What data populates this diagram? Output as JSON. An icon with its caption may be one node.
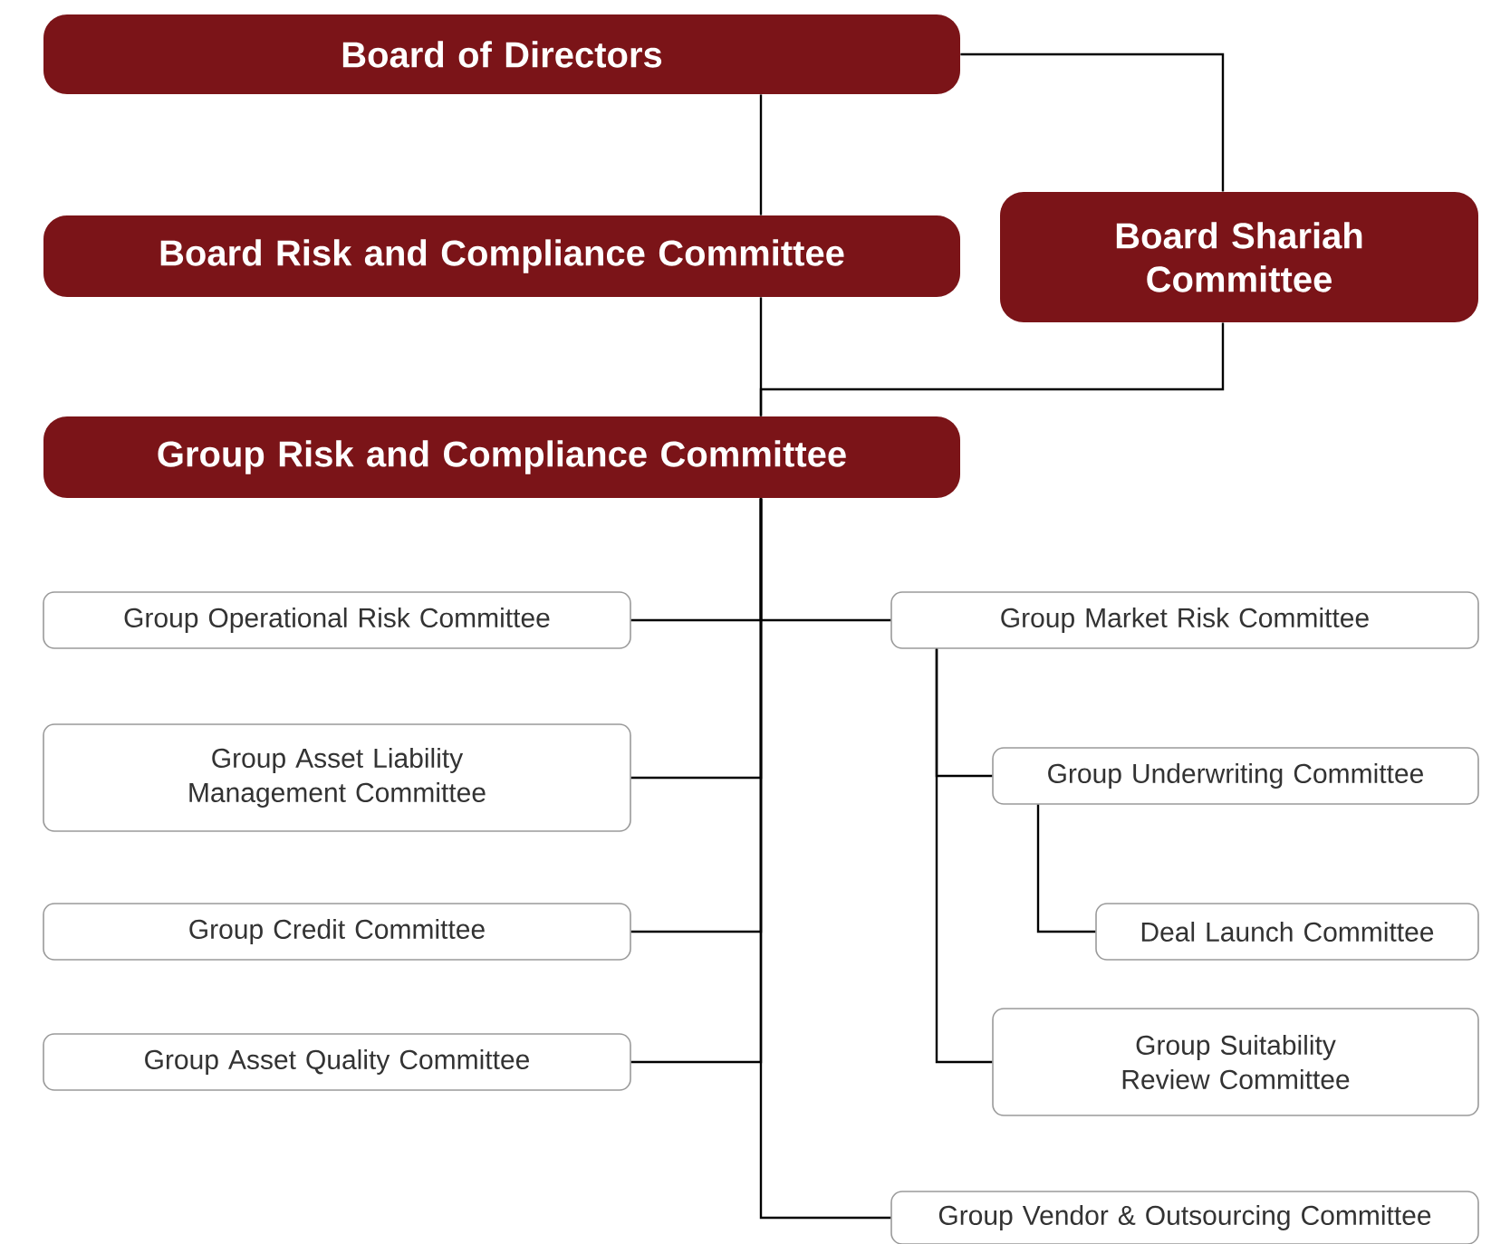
{
  "diagram": {
    "nodes": [
      {
        "text": [
          "Board of Directors"
        ]
      },
      {
        "text": [
          "Board Risk and Compliance Committee"
        ]
      },
      {
        "text": [
          "Board Shariah Committee"
        ]
      },
      {
        "text": [
          "Group Risk and Compliance Committee"
        ]
      },
      {
        "text": [
          "Group Operational Risk Committee"
        ]
      },
      {
        "text": [
          "Group Market Risk Committee"
        ]
      },
      {
        "text": [
          "Group Asset Liability Management Committee"
        ]
      },
      {
        "text": [
          "Group Underwriting Committee"
        ]
      },
      {
        "text": [
          "Group Credit Committee"
        ]
      },
      {
        "text": [
          "Deal Launch Committee"
        ]
      },
      {
        "text": [
          "Group Asset Quality Committee"
        ]
      },
      {
        "text": [
          "Group Suitability Review Committee"
        ]
      },
      {
        "text": [
          "Group Vendor & Outsourcing Committee"
        ]
      }
    ],
    "edges": [
      {
        "from": 0,
        "to": 1,
        "arrow": "none"
      },
      {
        "from": 1,
        "to": 3,
        "arrow": "none"
      },
      {
        "from": 0,
        "to": 2,
        "arrow": "none"
      },
      {
        "from": 2,
        "to": 3,
        "arrow": "none"
      },
      {
        "from": 3,
        "to": 4,
        "arrow": "none"
      },
      {
        "from": 3,
        "to": 5,
        "arrow": "none"
      },
      {
        "from": 3,
        "to": 6,
        "arrow": "none"
      },
      {
        "from": 3,
        "to": 8,
        "arrow": "none"
      },
      {
        "from": 3,
        "to": 10,
        "arrow": "none"
      },
      {
        "from": 3,
        "to": 12,
        "arrow": "none"
      },
      {
        "from": 5,
        "to": 7,
        "arrow": "none"
      },
      {
        "from": 5,
        "to": 11,
        "arrow": "none"
      },
      {
        "from": 7,
        "to": 9,
        "arrow": "none"
      }
    ]
  }
}
